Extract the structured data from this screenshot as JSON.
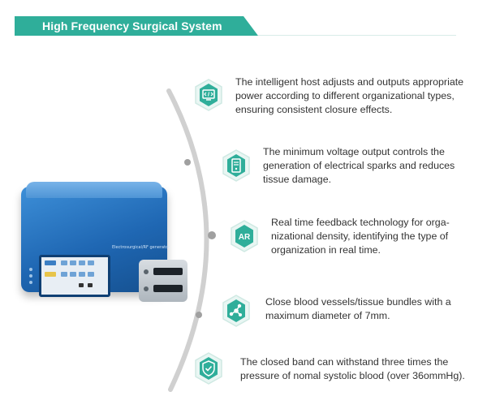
{
  "header": {
    "title": "High Frequency Surgical System"
  },
  "device": {
    "label": "Electrosurgical/RF generator"
  },
  "features": [
    {
      "icon": "code-icon",
      "text": "The intelligent host adjusts and outputs appropriate power according to different organizational types, ensuring consistent closure effects."
    },
    {
      "icon": "server-icon",
      "text": "The minimum voltage output controls the generation of electrical sparks and reduces tissue damage."
    },
    {
      "icon": "ar-icon",
      "icon_text": "AR",
      "text": "Real time feedback technology for orga-nizational density, identifying the type of organization in real time."
    },
    {
      "icon": "molecule-icon",
      "text": "Close blood vessels/tissue bundles with a maximum diameter of 7mm."
    },
    {
      "icon": "shield-check-icon",
      "text": "The closed band can withstand three times the pressure of nomal systolic blood (over 36ommHg)."
    }
  ],
  "colors": {
    "accent": "#2fae9a",
    "icon_ring": "#cfe9e3",
    "arc": "#d0d0d0",
    "arc_dot": "#9c9c9c"
  }
}
